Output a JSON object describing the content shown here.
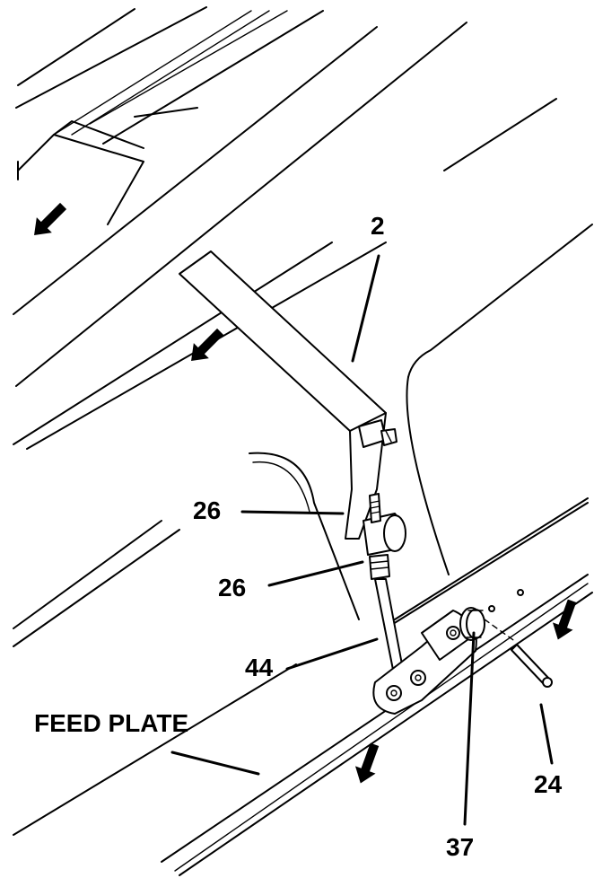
{
  "labels": {
    "part_2": "2",
    "part_26_upper": "26",
    "part_26_lower": "26",
    "part_44": "44",
    "part_37": "37",
    "part_24": "24",
    "feed_plate": "FEED PLATE"
  },
  "icons": {
    "flow_arrows": "arrow-down-left-icon"
  }
}
